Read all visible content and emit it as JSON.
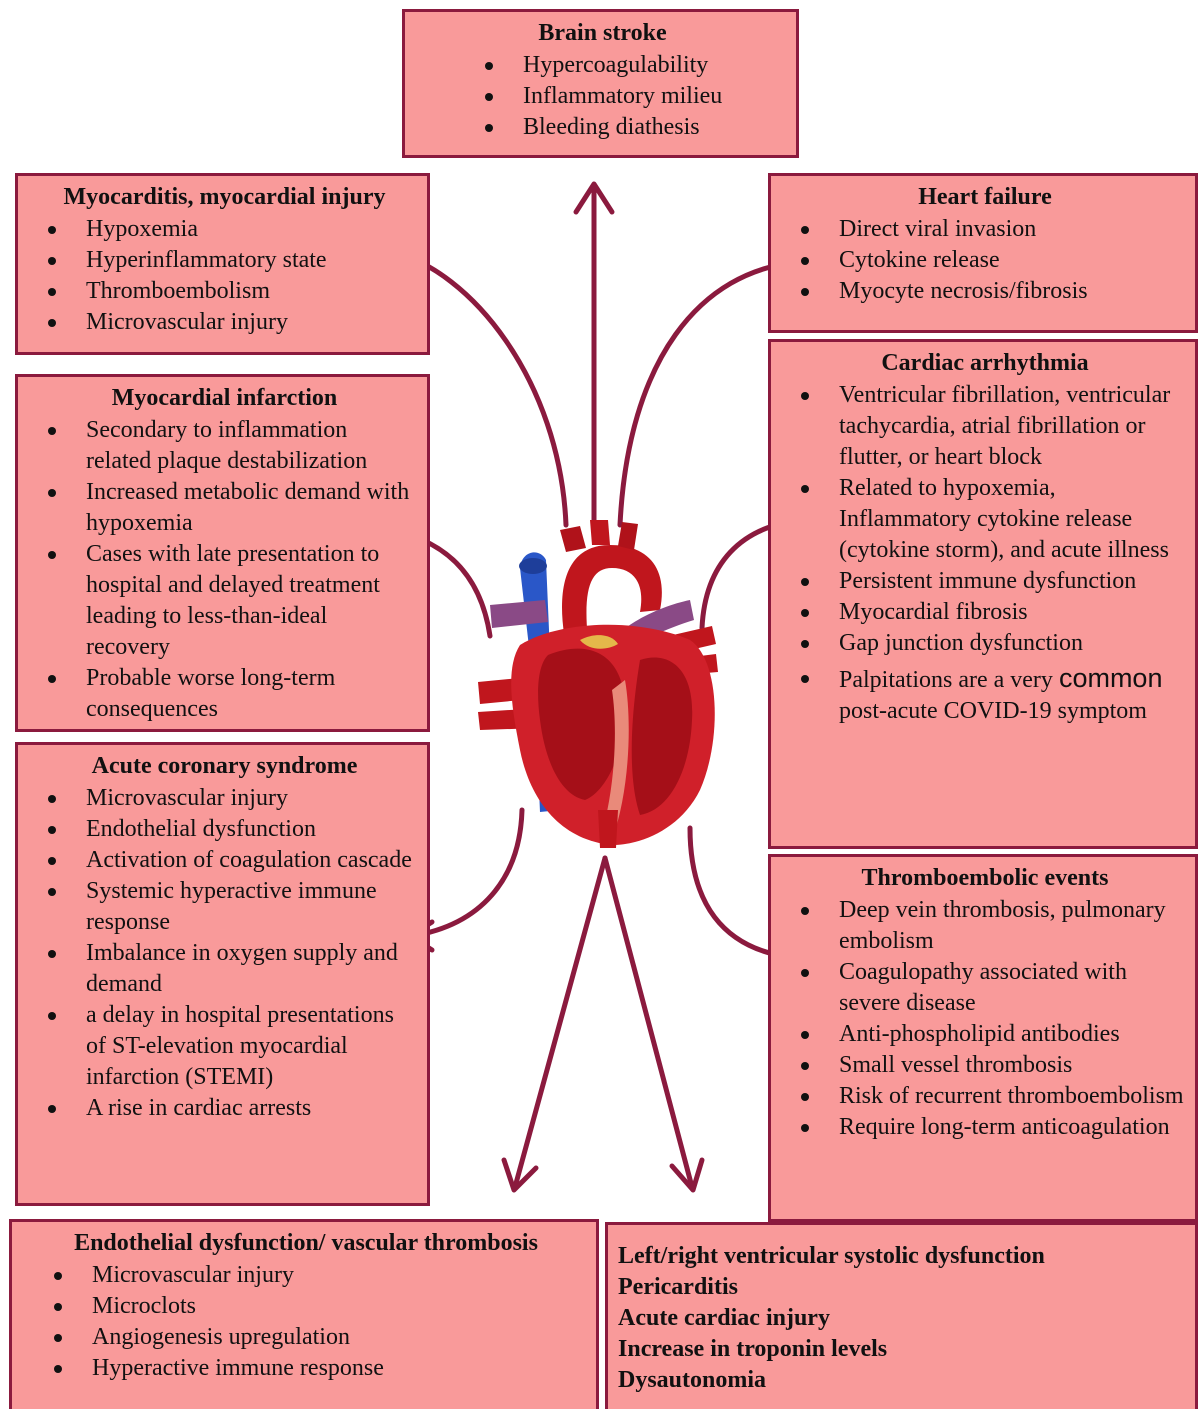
{
  "boxes": {
    "brain_stroke": {
      "title": "Brain stroke",
      "items": [
        "Hypercoagulability",
        "Inflammatory milieu",
        "Bleeding diathesis"
      ]
    },
    "myocarditis": {
      "title": "Myocarditis, myocardial injury",
      "items": [
        "Hypoxemia",
        "Hyperinflammatory state",
        "Thromboembolism",
        "Microvascular injury"
      ]
    },
    "heart_failure": {
      "title": "Heart failure",
      "items": [
        "Direct viral invasion",
        "Cytokine release",
        "Myocyte necrosis/fibrosis"
      ]
    },
    "myocardial_infarction": {
      "title": "Myocardial infarction",
      "items": [
        "Secondary to inflammation related plaque destabilization",
        "Increased metabolic demand with hypoxemia",
        "Cases with late presentation to hospital and delayed treatment leading to less-than-ideal recovery",
        "Probable worse long-term consequences"
      ]
    },
    "cardiac_arrhythmia": {
      "title": "Cardiac arrhythmia",
      "items": [
        "Ventricular fibrillation, ventricular tachycardia, atrial fibrillation or flutter, or heart block",
        "Related to hypoxemia, Inflammatory cytokine release (cytokine storm), and acute illness",
        "Persistent immune dysfunction",
        "Myocardial fibrosis",
        "Gap junction dysfunction"
      ],
      "last_item": {
        "part1": "Palpitations are a very",
        "part2": "common",
        "part3": "post-acute COVID-19 symptom"
      }
    },
    "acute_coronary": {
      "title": "Acute coronary syndrome",
      "items": [
        "Microvascular injury",
        "Endothelial dysfunction",
        "Activation of coagulation cascade",
        "Systemic hyperactive immune response",
        "Imbalance in oxygen supply and demand",
        "a delay in hospital presentations of ST-elevation myocardial infarction (STEMI)",
        "A rise in cardiac arrests"
      ]
    },
    "thromboembolic": {
      "title": "Thromboembolic events",
      "items": [
        "Deep vein thrombosis, pulmonary embolism",
        "Coagulopathy associated with severe disease",
        "Anti-phospholipid antibodies",
        "Small vessel thrombosis",
        "Risk of recurrent thromboembolism",
        "Require long-term anticoagulation"
      ]
    },
    "endothelial": {
      "title": "Endothelial dysfunction/ vascular thrombosis",
      "items": [
        "Microvascular injury",
        "Microclots",
        "Angiogenesis upregulation",
        "Hyperactive immune response"
      ]
    },
    "other": {
      "lines": [
        "Left/right ventricular systolic dysfunction",
        "Pericarditis",
        "Acute cardiac injury",
        "Increase in troponin levels",
        "Dysautonomia"
      ]
    }
  },
  "colors": {
    "box_fill": "#f99a9a",
    "border": "#8b1a3e",
    "arrow": "#8b1a3e",
    "heart_red": "#c0161d",
    "vein_blue": "#2a57c8",
    "vessel_purple": "#8a4a86"
  }
}
